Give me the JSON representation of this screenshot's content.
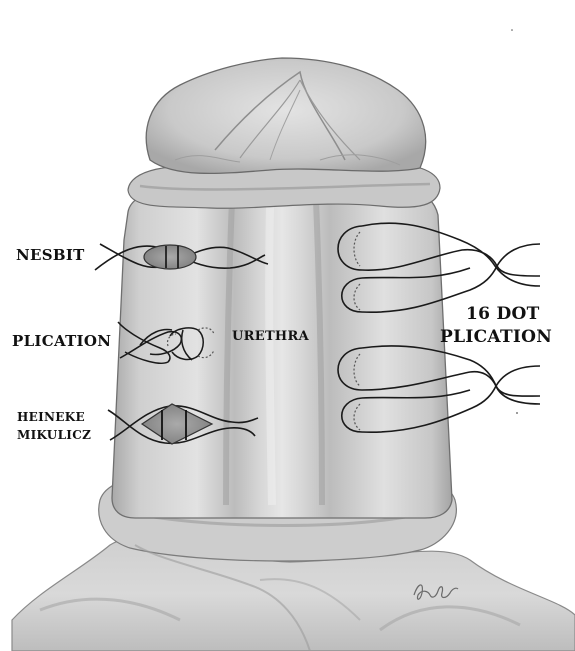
{
  "labels": {
    "nesbit": "NESBIT",
    "plication": "PLICATION",
    "heineke_line1": "HEINEKE",
    "heineke_line2": "MIKULICZ",
    "urethra": "URETHRA",
    "dot_line1": "16 DOT",
    "dot_line2": "PLICATION"
  },
  "colors": {
    "skin_light": "#d9d9d9",
    "skin_mid": "#bdbdbd",
    "skin_dark": "#8e8e8e",
    "outline": "#555555",
    "suture": "#1a1a1a"
  }
}
